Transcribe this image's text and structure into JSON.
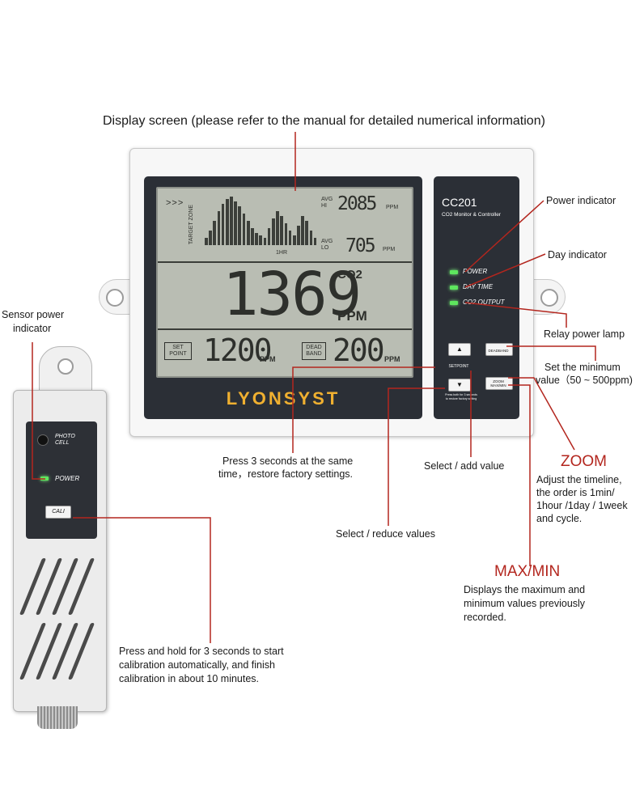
{
  "headline": "Display screen (please refer to the manual for detailed numerical information)",
  "brand": "LYONSYST",
  "lcd": {
    "arrows": ">>>",
    "target_zone": "TARGET ZONE",
    "avg_hi_label": "AVG HI",
    "hi_value": "2085",
    "avg_lo_label": "AVG LO",
    "lo_value": "705",
    "ppm_small": "PPM",
    "time_label": "1HR",
    "co2_value": "1369",
    "co2_label": "CO2",
    "ppm_label": "PPM",
    "setpoint_label": "SET POINT",
    "setpoint_value": "1200",
    "deadband_label": "DEAD BAND",
    "deadband_value": "200",
    "histogram_levels": [
      0.15,
      0.3,
      0.5,
      0.7,
      0.85,
      0.95,
      1.0,
      0.9,
      0.8,
      0.65,
      0.5,
      0.35,
      0.25,
      0.2,
      0.15,
      0.35,
      0.55,
      0.7,
      0.6,
      0.45,
      0.3,
      0.2,
      0.4,
      0.6,
      0.5,
      0.3,
      0.15
    ]
  },
  "side_panel": {
    "model": "CC201",
    "subtitle": "CO2 Monitor & Controller",
    "led_power": "POWER",
    "led_daytime": "DAY TIME",
    "led_output": "CO2 OUTPUT",
    "btn_deadband": "DEADBAND",
    "btn_setpoint": "SETPOINT",
    "btn_zoom": "ZOOM MAX/MIN",
    "up_arrow": "▲",
    "down_arrow": "▼",
    "factory_hint": "Press both for 3 seconds to restore factory setting"
  },
  "sensor": {
    "photo_cell": "PHOTO CELL",
    "power": "POWER",
    "cali": "CALI"
  },
  "annotations": {
    "power_indicator": "Power indicator",
    "day_indicator": "Day indicator",
    "relay_lamp": "Relay power lamp",
    "min_value_1": "Set the minimum",
    "min_value_2": "value（50 ~ 500ppm)",
    "sensor_power_1": "Sensor power",
    "sensor_power_2": "indicator",
    "factory_1": "Press 3 seconds at the same",
    "factory_2": "time，restore factory settings.",
    "select_add": "Select / add value",
    "select_reduce": "Select / reduce values",
    "zoom_title": "ZOOM",
    "zoom_1": "Adjust the timeline,",
    "zoom_2": "the order is 1min/",
    "zoom_3": "1hour /1day / 1week",
    "zoom_4": "and cycle.",
    "maxmin_title": "MAX/MIN",
    "maxmin_1": "Displays the maximum and",
    "maxmin_2": "minimum values previously",
    "maxmin_3": "recorded.",
    "cali_1": "Press and hold for 3 seconds to start",
    "cali_2": "calibration automatically, and finish",
    "cali_3": "calibration in about 10 minutes."
  },
  "colors": {
    "leader_line": "#b3261e",
    "panel": "#2b2f36",
    "lcd": "#b9bdb3",
    "led": "#5ee65e",
    "brand": "#f0b030"
  }
}
